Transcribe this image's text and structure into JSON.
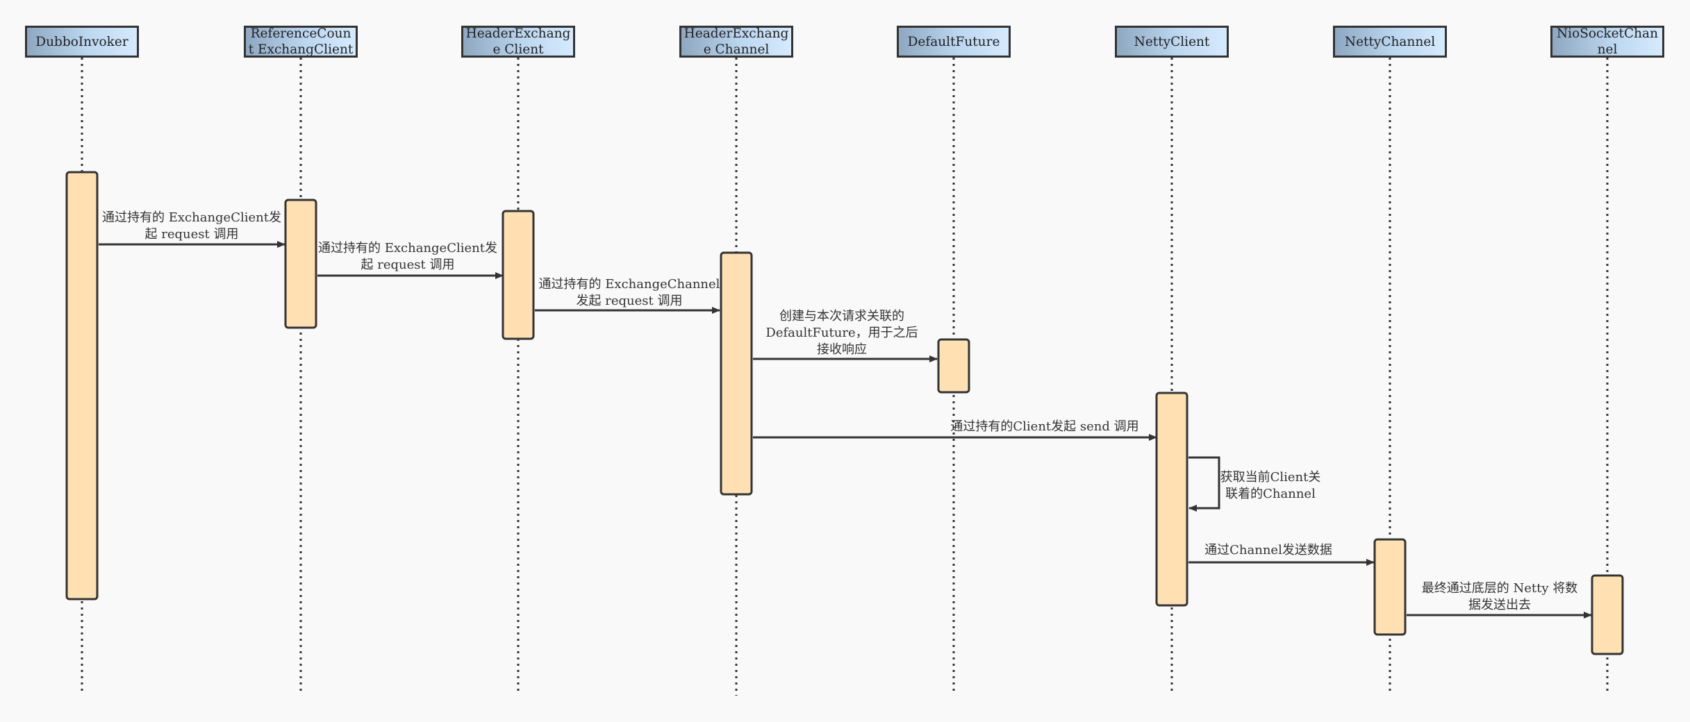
{
  "participants": [
    {
      "id": "DubboInvoker",
      "label": "DubboInvoker"
    },
    {
      "id": "ReferenceCountExchangClient",
      "label": "ReferenceCount ExchangClient"
    },
    {
      "id": "HeaderExchangeClient",
      "label": "HeaderExchange Client"
    },
    {
      "id": "HeaderExchangeChannel",
      "label": "HeaderExchange Channel"
    },
    {
      "id": "DefaultFuture",
      "label": "DefaultFuture"
    },
    {
      "id": "NettyClient",
      "label": "NettyClient"
    },
    {
      "id": "NettyChannel",
      "label": "NettyChannel"
    },
    {
      "id": "NioSocketChannel",
      "label": "NioSocketChannel"
    }
  ],
  "messages": [
    {
      "from": "DubboInvoker",
      "to": "ReferenceCountExchangClient",
      "lines": [
        "通过持有的 ExchangeClient发",
        "起 request 调用"
      ]
    },
    {
      "from": "ReferenceCountExchangClient",
      "to": "HeaderExchangeClient",
      "lines": [
        "通过持有的 ExchangeClient发",
        "起 request 调用"
      ]
    },
    {
      "from": "HeaderExchangeClient",
      "to": "HeaderExchangeChannel",
      "lines": [
        "通过持有的 ExchangeChannel",
        "发起 request 调用"
      ]
    },
    {
      "from": "HeaderExchangeChannel",
      "to": "DefaultFuture",
      "lines": [
        "创建与本次请求关联的",
        "DefaultFuture，用于之后",
        "接收响应"
      ]
    },
    {
      "from": "HeaderExchangeChannel",
      "to": "NettyClient",
      "lines": [
        "通过持有的Client发起 send 调用"
      ]
    },
    {
      "from": "NettyClient",
      "to": "NettyClient",
      "lines": [
        "获取当前Client关",
        "联着的Channel"
      ]
    },
    {
      "from": "NettyClient",
      "to": "NettyChannel",
      "lines": [
        "通过Channel发送数据"
      ]
    },
    {
      "from": "NettyChannel",
      "to": "NioSocketChannel",
      "lines": [
        "最终通过底层的 Netty 将数",
        "据发送出去"
      ]
    }
  ],
  "colors": {
    "background": "#f9f9f9",
    "activation_fill": "#ffe0b2",
    "stroke": "#333333",
    "header_gradient_start": "#8fa8c2",
    "header_gradient_end": "#d5eafd"
  }
}
